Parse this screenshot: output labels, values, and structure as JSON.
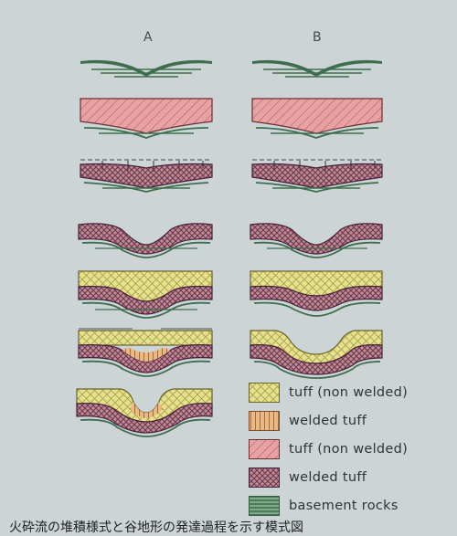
{
  "columns": {
    "a": "A",
    "b": "B"
  },
  "legend": [
    {
      "label": "tuff (non welded)",
      "color": "#e7e08e",
      "pattern": "cross"
    },
    {
      "label": "welded tuff",
      "color": "#e8ba82",
      "pattern": "vertical"
    },
    {
      "label": "tuff (non welded)",
      "color": "#d9877c",
      "pattern": "diagonal"
    },
    {
      "label": "welded tuff",
      "color": "#9b6a7f",
      "pattern": "crosshatch"
    },
    {
      "label": "basement rocks",
      "color": "#4f8260",
      "pattern": "horizontal"
    }
  ],
  "caption": "火砕流の堆積様式と谷地形の発達過程を示す模式図",
  "colors": {
    "background": "#cdd4d6",
    "ink": "#2f3a36"
  }
}
